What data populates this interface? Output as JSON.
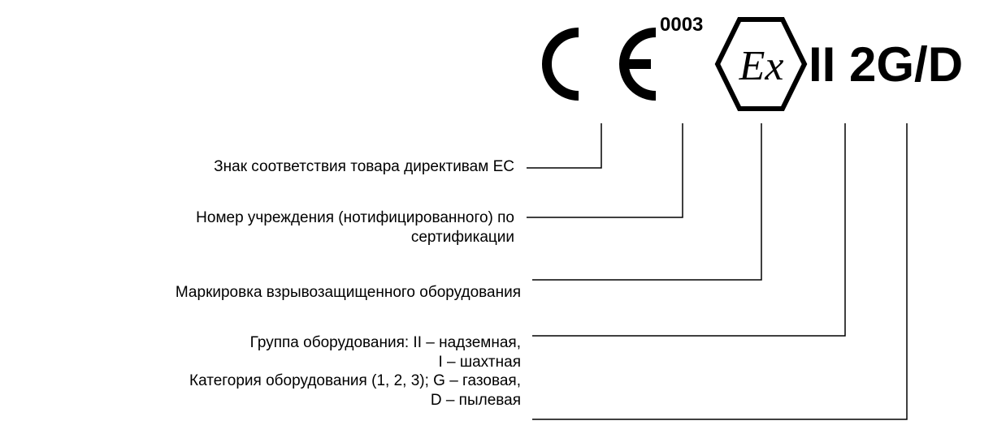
{
  "marking": {
    "notified_body_number": "0003",
    "ex_symbol": "Ex",
    "group_category": "II 2G/D"
  },
  "legend": [
    {
      "text": "Знак соответствия товара директивам ЕС"
    },
    {
      "line1": "Номер учреждения (нотифицированного) по",
      "line2": "сертификации"
    },
    {
      "text": "Маркировка взрывозащищенного оборудования"
    },
    {
      "line1": "Группа оборудования: II – надземная,",
      "line2": "I – шахтная"
    },
    {
      "line1": "Категория оборудования (1, 2, 3); G – газовая,",
      "line2": "D – пылевая"
    }
  ]
}
